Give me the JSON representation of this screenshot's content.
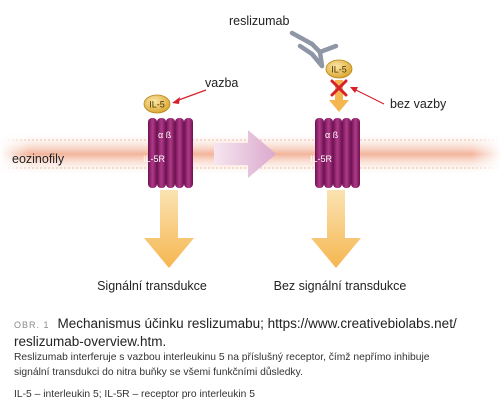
{
  "labels": {
    "reslizumab": "reslizumab",
    "binding": "vazba",
    "no_binding": "bez vazby",
    "cell": "eozinofily",
    "signal_left": "Signální transdukce",
    "signal_right": "Bez signální transdukce",
    "il5_left": "IL-5",
    "il5_right": "IL-5",
    "alpha_beta_left": "α ß",
    "receptor_left": "IL-5R",
    "alpha_beta_right": "α ß",
    "receptor_right": "IL-5R"
  },
  "caption": {
    "figure_label": "OBR. 1",
    "title_line1": "Mechanismus účinku reslizumabu; https://www.creativebiolabs.net/",
    "title_line2": "reslizumab-overview.htm.",
    "body_line1": "Reslizumab interferuje s vazbou interleukinu 5 na příslušný receptor, čímž nepřímo inhibuje",
    "body_line2": "signální transdukci do nitra buňky se všemi funkčními důsledky.",
    "abbreviations": "IL-5 – interleukin 5; IL-5R – receptor pro interleukin 5"
  },
  "colors": {
    "membrane": "#f2b49a",
    "receptor": "#8c1c67",
    "ligand": "#e0b13c",
    "signal_arrow": "#f5b650",
    "transition_arrow": "#e3b6d6",
    "block_x": "#d6202a",
    "antibody": "#8f96a6"
  }
}
